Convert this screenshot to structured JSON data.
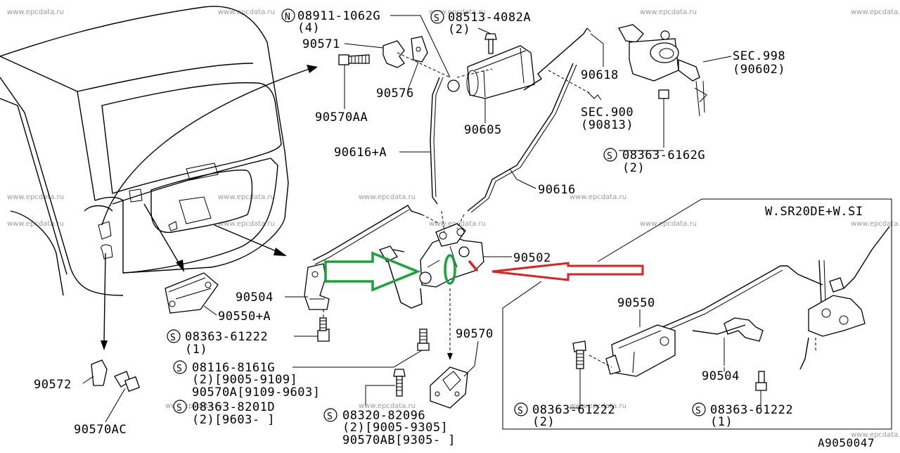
{
  "watermark": "www.epcdata.ru",
  "diagram_code": "A9050047",
  "inset_title": "W.SR20DE+W.SI",
  "labels": {
    "p08911": "08911-1062G",
    "p08911_qty": "(4)",
    "p08513": "08513-4082A",
    "p08513_qty": "(2)",
    "p90571": "90571",
    "p90576": "90576",
    "p90570AA": "90570AA",
    "p90605": "90605",
    "p90618": "90618",
    "sec998": "SEC.998",
    "sec998_ref": "(90602)",
    "sec900": "SEC.900",
    "sec900_ref": "(90813)",
    "p08363_6162G": "08363-6162G",
    "p08363_6162G_qty": "(2)",
    "p90616A": "90616+A",
    "p90616": "90616",
    "p90502": "90502",
    "p90504": "90504",
    "p90550A": "90550+A",
    "p08363_61222": "08363-61222",
    "p08363_61222_qty": "(1)",
    "p08116": "08116-8161G",
    "p08116_qty": "(2)[9005-9109]",
    "p90570A": "90570A[9109-9603]",
    "p90570": "90570",
    "p90572": "90572",
    "p08363_8201D": "08363-8201D",
    "p08363_8201D_qty": "(2)[9603-     ]",
    "p08320": "08320-82096",
    "p08320_qty": "(2)[9005-9305]",
    "p90570AB": "90570AB[9305-     ]",
    "p90570AC": "90570AC",
    "inset_90550": "90550",
    "inset_90504": "90504",
    "inset_08363_a": "08363-61222",
    "inset_08363_a_qty": "(2)",
    "inset_08363_b": "08363-61222",
    "inset_08363_b_qty": "(1)"
  },
  "marker_symbols": {
    "nut": "N",
    "screw": "S"
  },
  "colors": {
    "green_arrow": "#1aa33a",
    "red_arrow": "#e02020",
    "watermark": "#9a9a9a"
  }
}
